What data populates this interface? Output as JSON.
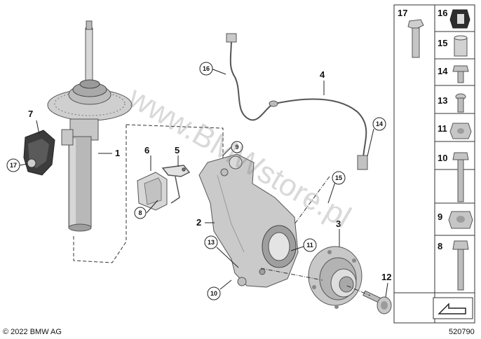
{
  "callouts": [
    {
      "id": "c1",
      "label": "1",
      "circled": false
    },
    {
      "id": "c2",
      "label": "2",
      "circled": false
    },
    {
      "id": "c3",
      "label": "3",
      "circled": false
    },
    {
      "id": "c4",
      "label": "4",
      "circled": false
    },
    {
      "id": "c5",
      "label": "5",
      "circled": false
    },
    {
      "id": "c6",
      "label": "6",
      "circled": false
    },
    {
      "id": "c7",
      "label": "7",
      "circled": false
    },
    {
      "id": "c8",
      "label": "8",
      "circled": true
    },
    {
      "id": "c9",
      "label": "9",
      "circled": true
    },
    {
      "id": "c10",
      "label": "10",
      "circled": true
    },
    {
      "id": "c11",
      "label": "11",
      "circled": true
    },
    {
      "id": "c12",
      "label": "12",
      "circled": false
    },
    {
      "id": "c13",
      "label": "13",
      "circled": true
    },
    {
      "id": "c14",
      "label": "14",
      "circled": true
    },
    {
      "id": "c15",
      "label": "15",
      "circled": true
    },
    {
      "id": "c16",
      "label": "16",
      "circled": true
    },
    {
      "id": "c17",
      "label": "17",
      "circled": true
    }
  ],
  "side_panel": {
    "top_left_label": "17",
    "items": [
      "16",
      "15",
      "14",
      "13",
      "11",
      "10",
      "9",
      "8"
    ]
  },
  "watermark": "www.BMWstore.pl",
  "footer": {
    "copyright": "© 2022 BMW AG",
    "diagram_number": "520790"
  }
}
